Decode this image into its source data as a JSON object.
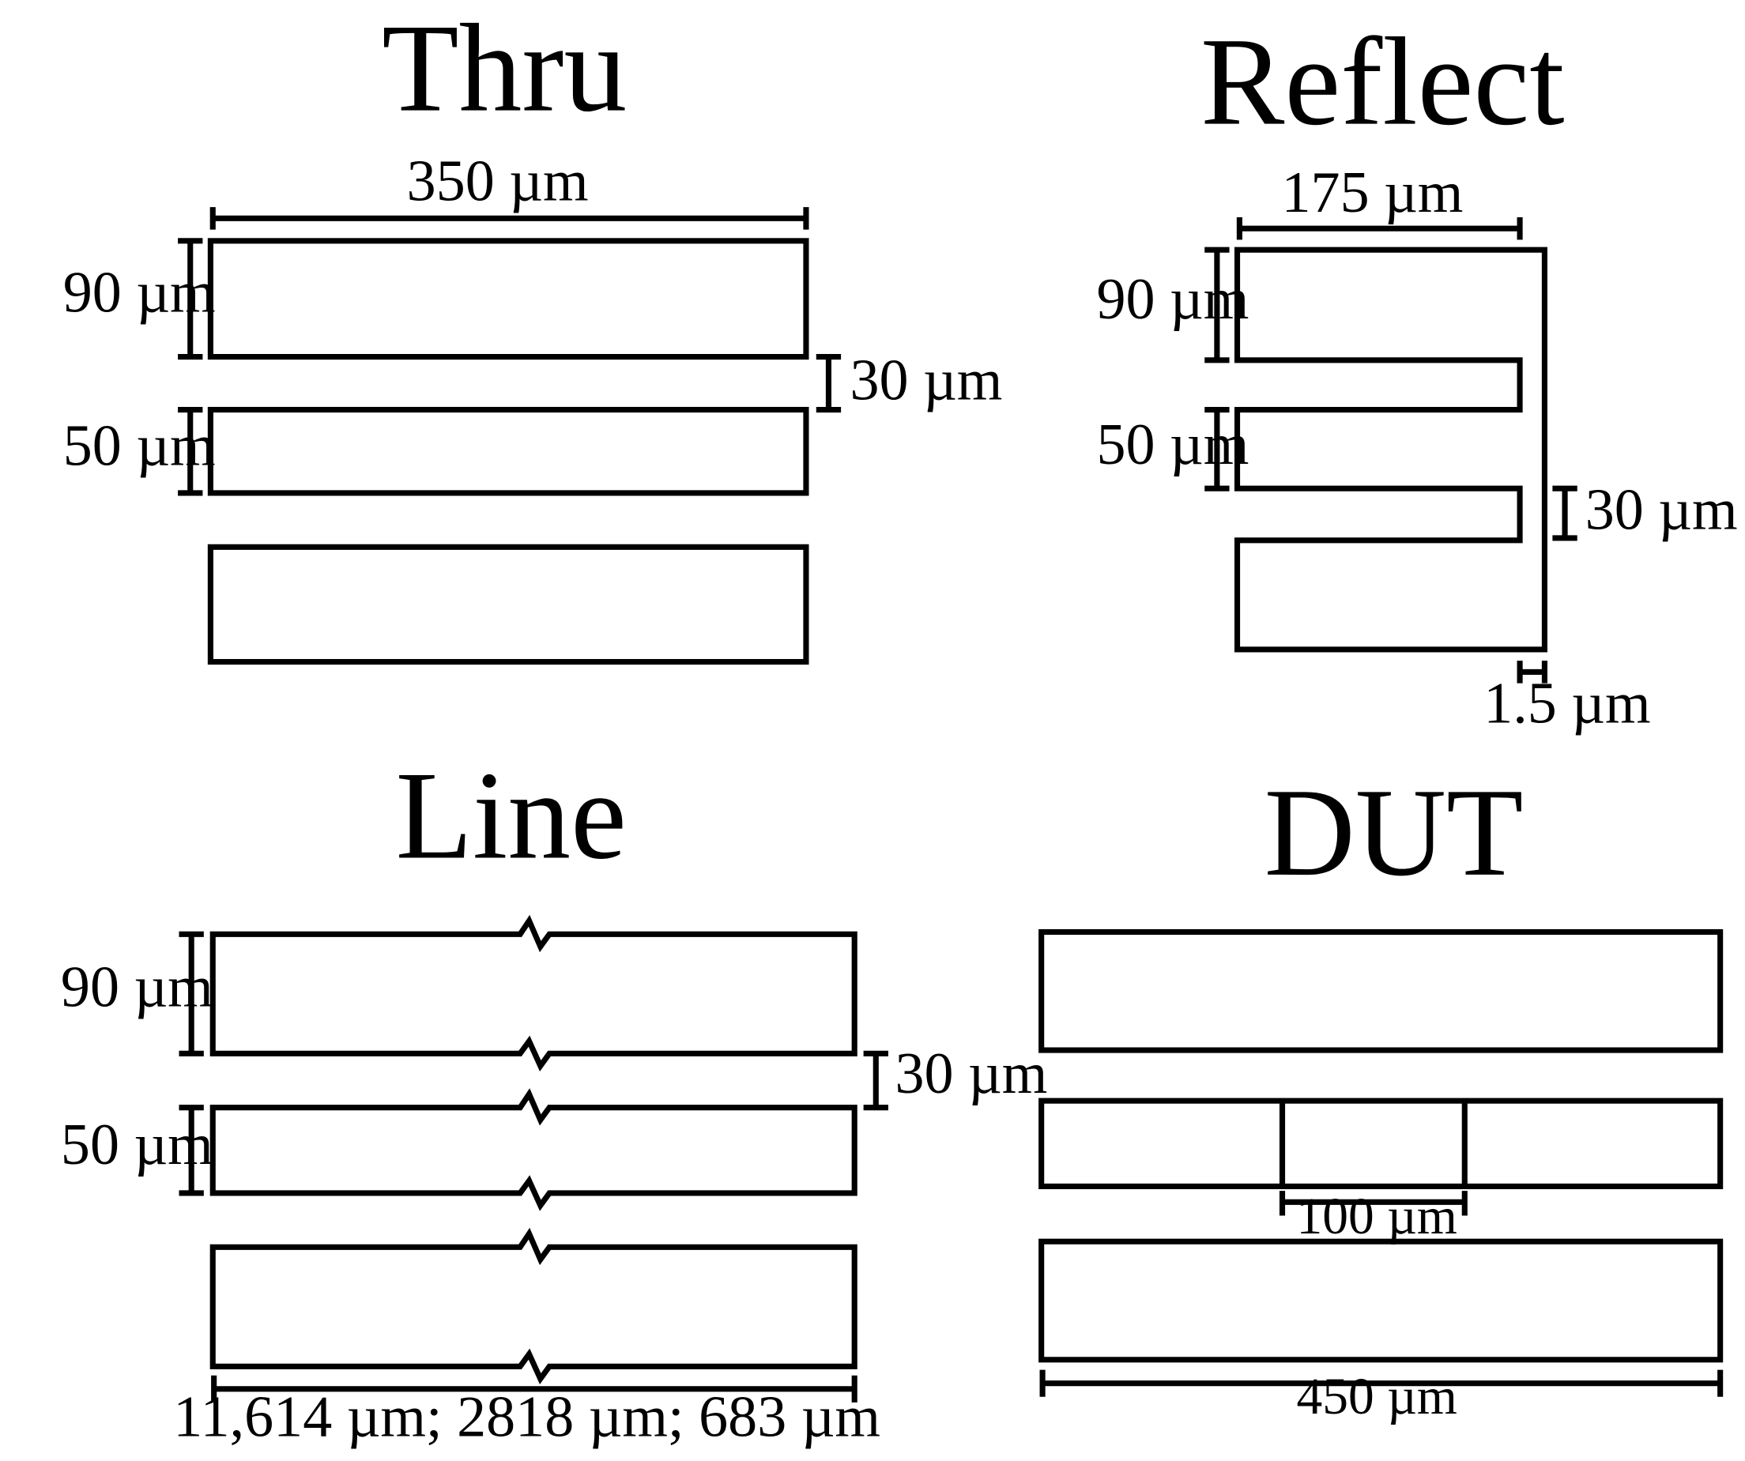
{
  "colors": {
    "stroke": "#000000",
    "background": "#ffffff"
  },
  "panels": {
    "thru": {
      "title": "Thru",
      "dim_top": "350 µm",
      "dim_signal_width": "90 µm",
      "dim_ground_width": "50 µm",
      "dim_gap": "30 µm"
    },
    "reflect": {
      "title": "Reflect",
      "dim_top": "175 µm",
      "dim_signal_width": "90 µm",
      "dim_ground_width": "50 µm",
      "dim_gap": "30 µm",
      "dim_offset": "1.5 µm"
    },
    "line": {
      "title": "Line",
      "dim_signal_width": "90 µm",
      "dim_ground_width": "50 µm",
      "dim_gap": "30 µm",
      "dim_lengths": "11,614 µm; 2818 µm; 683 µm"
    },
    "dut": {
      "title": "DUT",
      "dim_inner": "100 µm",
      "dim_total": "450 µm"
    }
  }
}
